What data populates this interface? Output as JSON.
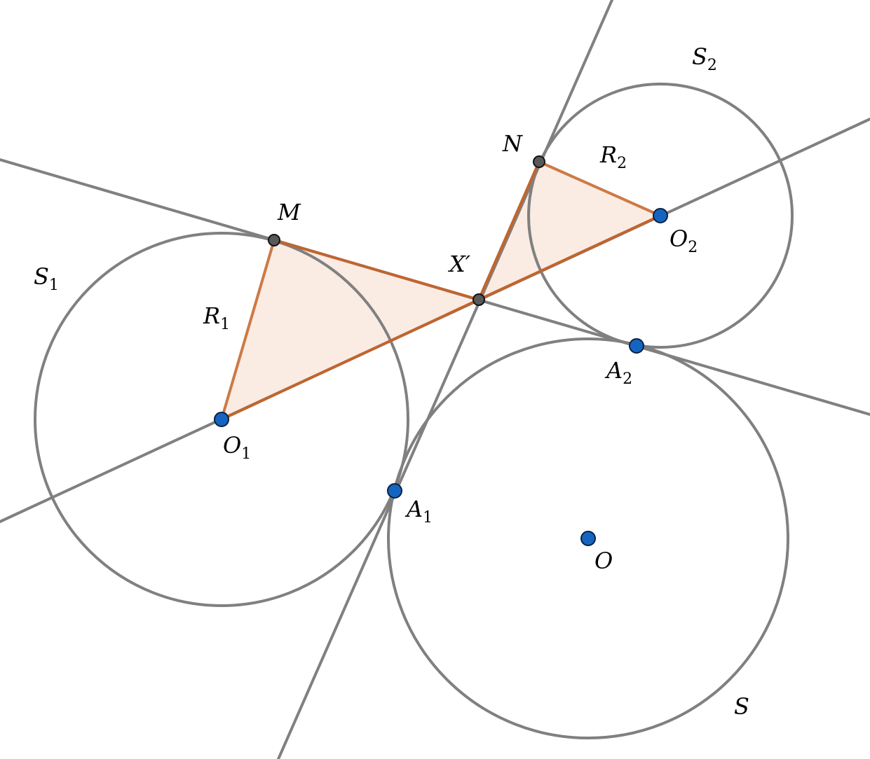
{
  "labels": {
    "S1": {
      "main": "S",
      "sub": "1"
    },
    "S2": {
      "main": "S",
      "sub": "2"
    },
    "S": {
      "main": "S",
      "sub": ""
    },
    "M": {
      "main": "M",
      "sub": ""
    },
    "N": {
      "main": "N",
      "sub": ""
    },
    "Xp": {
      "main": "X′",
      "sub": ""
    },
    "R1": {
      "main": "R",
      "sub": "1"
    },
    "R2": {
      "main": "R",
      "sub": "2"
    },
    "O1": {
      "main": "O",
      "sub": "1"
    },
    "O2": {
      "main": "O",
      "sub": "2"
    },
    "O": {
      "main": "O",
      "sub": ""
    },
    "A1": {
      "main": "A",
      "sub": "1"
    },
    "A2": {
      "main": "A",
      "sub": "2"
    }
  },
  "colors": {
    "construction": "#808080",
    "segment": "#c0652e",
    "triangle_fill": "#f9e6dc",
    "point_blue": "#1565c0",
    "point_gray": "#595959"
  }
}
